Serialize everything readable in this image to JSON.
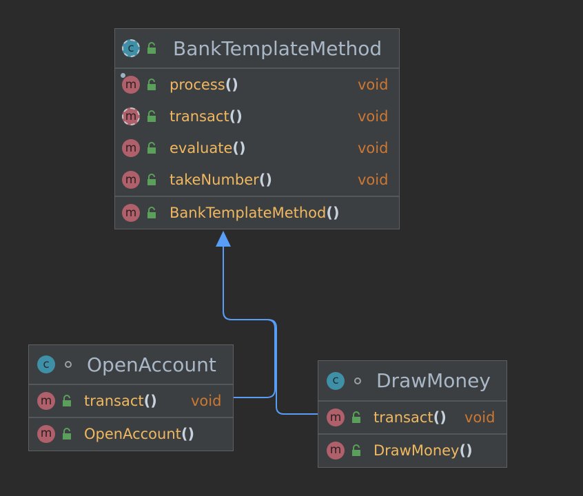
{
  "colors": {
    "background": "#2b2b2b",
    "node_fill": "#3c3f41",
    "edge": "#589df6",
    "class_icon": "#3f8fa6",
    "method_icon": "#b0606a",
    "method_name": "#f0b860",
    "return_type": "#cc7832",
    "class_name": "#a9b7c6",
    "public_lock": "#5aa05a"
  },
  "classes": {
    "bank": {
      "name": "BankTemplateMethod",
      "icon": "abstract-class-icon",
      "icon_letter": "c",
      "methods": [
        {
          "name": "process",
          "parens": "()",
          "type": "void",
          "icon_letter": "m"
        },
        {
          "name": "transact",
          "parens": "()",
          "type": "void",
          "icon_letter": "m"
        },
        {
          "name": "evaluate",
          "parens": "()",
          "type": "void",
          "icon_letter": "m"
        },
        {
          "name": "takeNumber",
          "parens": "()",
          "type": "void",
          "icon_letter": "m"
        }
      ],
      "constructor": {
        "name": "BankTemplateMethod",
        "parens": "()",
        "icon_letter": "m"
      }
    },
    "open": {
      "name": "OpenAccount",
      "icon": "class-icon",
      "icon_letter": "c",
      "methods": [
        {
          "name": "transact",
          "parens": "()",
          "type": "void",
          "icon_letter": "m"
        }
      ],
      "constructor": {
        "name": "OpenAccount",
        "parens": "()",
        "icon_letter": "m"
      }
    },
    "draw": {
      "name": "DrawMoney",
      "icon": "class-icon",
      "icon_letter": "c",
      "methods": [
        {
          "name": "transact",
          "parens": "()",
          "type": "void",
          "icon_letter": "m"
        }
      ],
      "constructor": {
        "name": "DrawMoney",
        "parens": "()",
        "icon_letter": "m"
      }
    }
  },
  "relations": [
    {
      "from": "OpenAccount",
      "to": "BankTemplateMethod",
      "type": "inheritance"
    },
    {
      "from": "DrawMoney",
      "to": "BankTemplateMethod",
      "type": "inheritance"
    }
  ]
}
